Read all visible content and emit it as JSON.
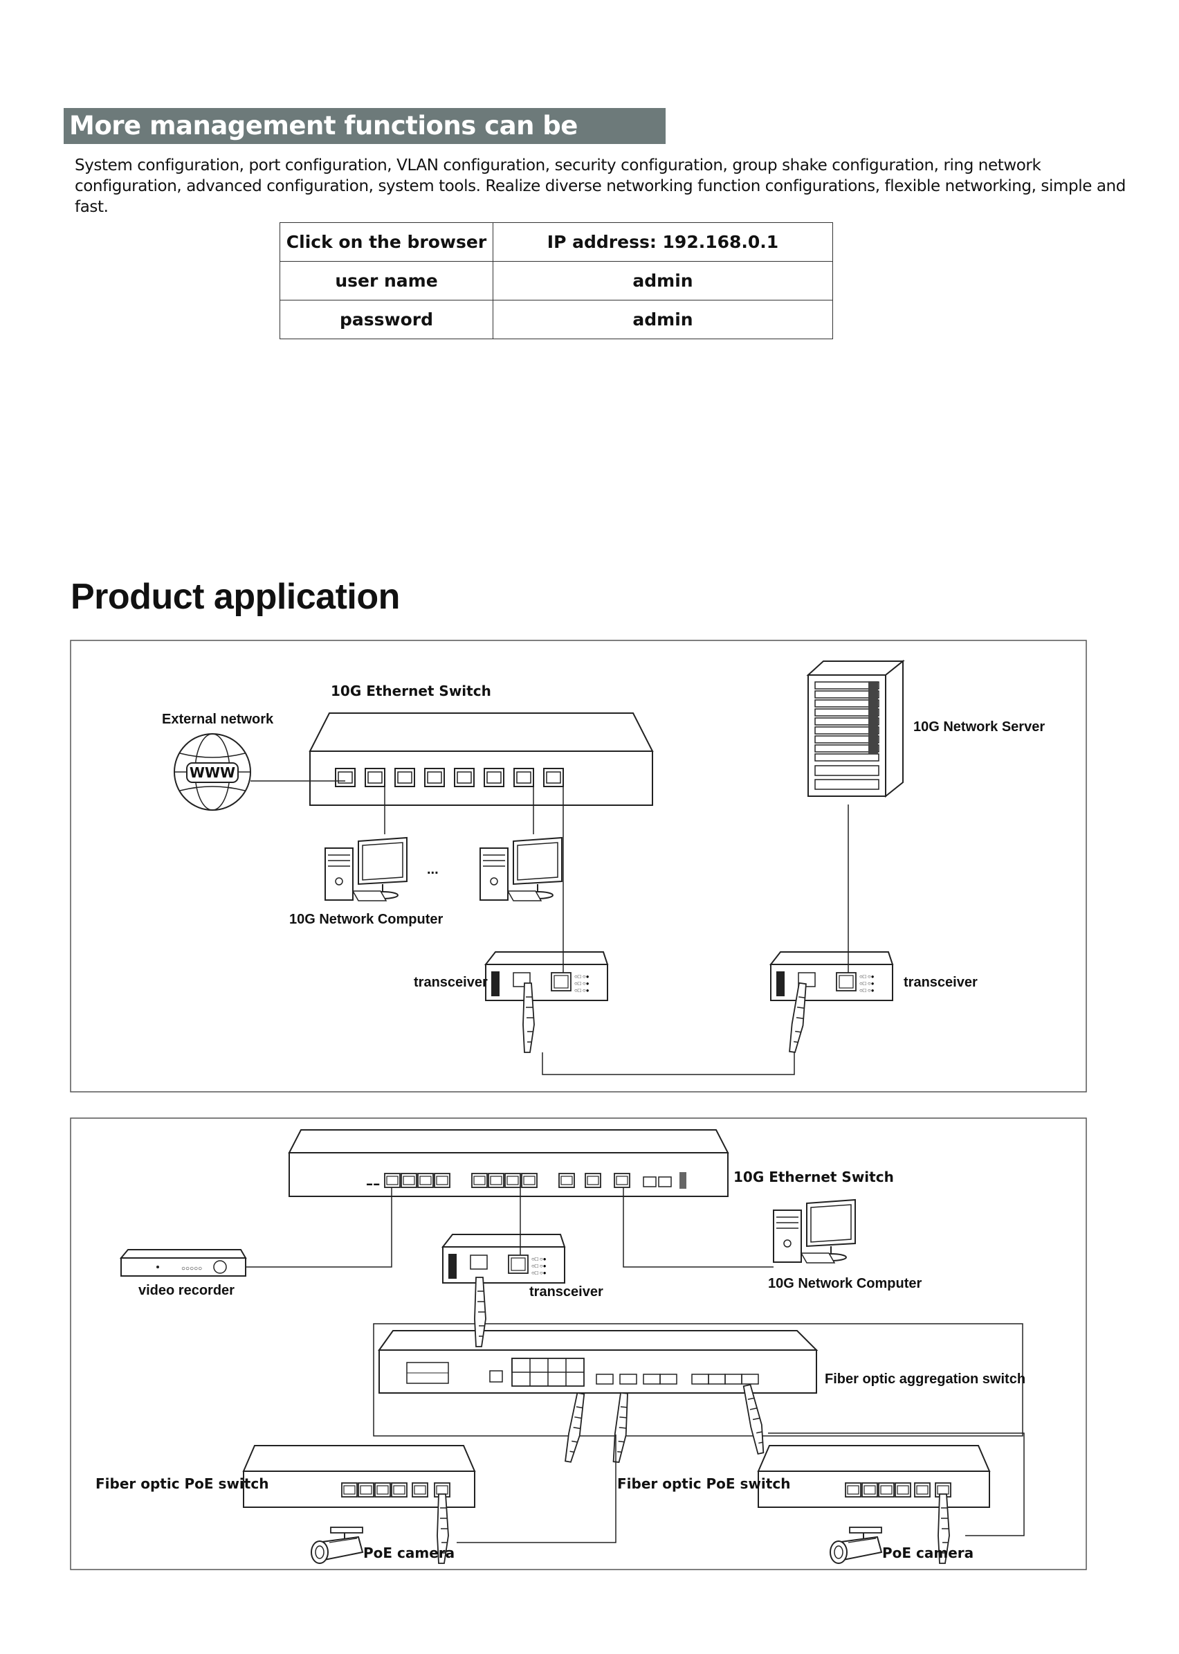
{
  "banner": {
    "title": "More management functions can be freely set"
  },
  "intro": {
    "text": "System configuration, port configuration, VLAN configuration, security configuration, group shake configuration, ring network configuration, advanced configuration, system tools. Realize diverse networking function configurations, flexible networking, simple and fast."
  },
  "login_table": {
    "rows": [
      {
        "key": "Click on the browser",
        "value": "IP address: 192.168.0.1"
      },
      {
        "key": "user name",
        "value": "admin"
      },
      {
        "key": "password",
        "value": "admin"
      }
    ]
  },
  "application": {
    "title": "Product application",
    "diagram1": {
      "switch_label": "10G Ethernet Switch",
      "external_label": "External network",
      "www": "WWW",
      "server_label": "10G Network Server",
      "computer_label": "10G Network Computer",
      "ellipsis": "...",
      "transceiver_left": "transceiver",
      "transceiver_right": "transceiver"
    },
    "diagram2": {
      "switch_label": "10G Ethernet Switch",
      "recorder_label": "video recorder",
      "transceiver_label": "transceiver",
      "computer_label": "10G Network Computer",
      "aggregation_label": "Fiber optic aggregation switch",
      "poe_switch_left": "Fiber optic PoE switch",
      "poe_switch_right": "Fiber optic PoE switch",
      "camera_left": "PoE camera",
      "camera_right": "PoE camera"
    }
  }
}
